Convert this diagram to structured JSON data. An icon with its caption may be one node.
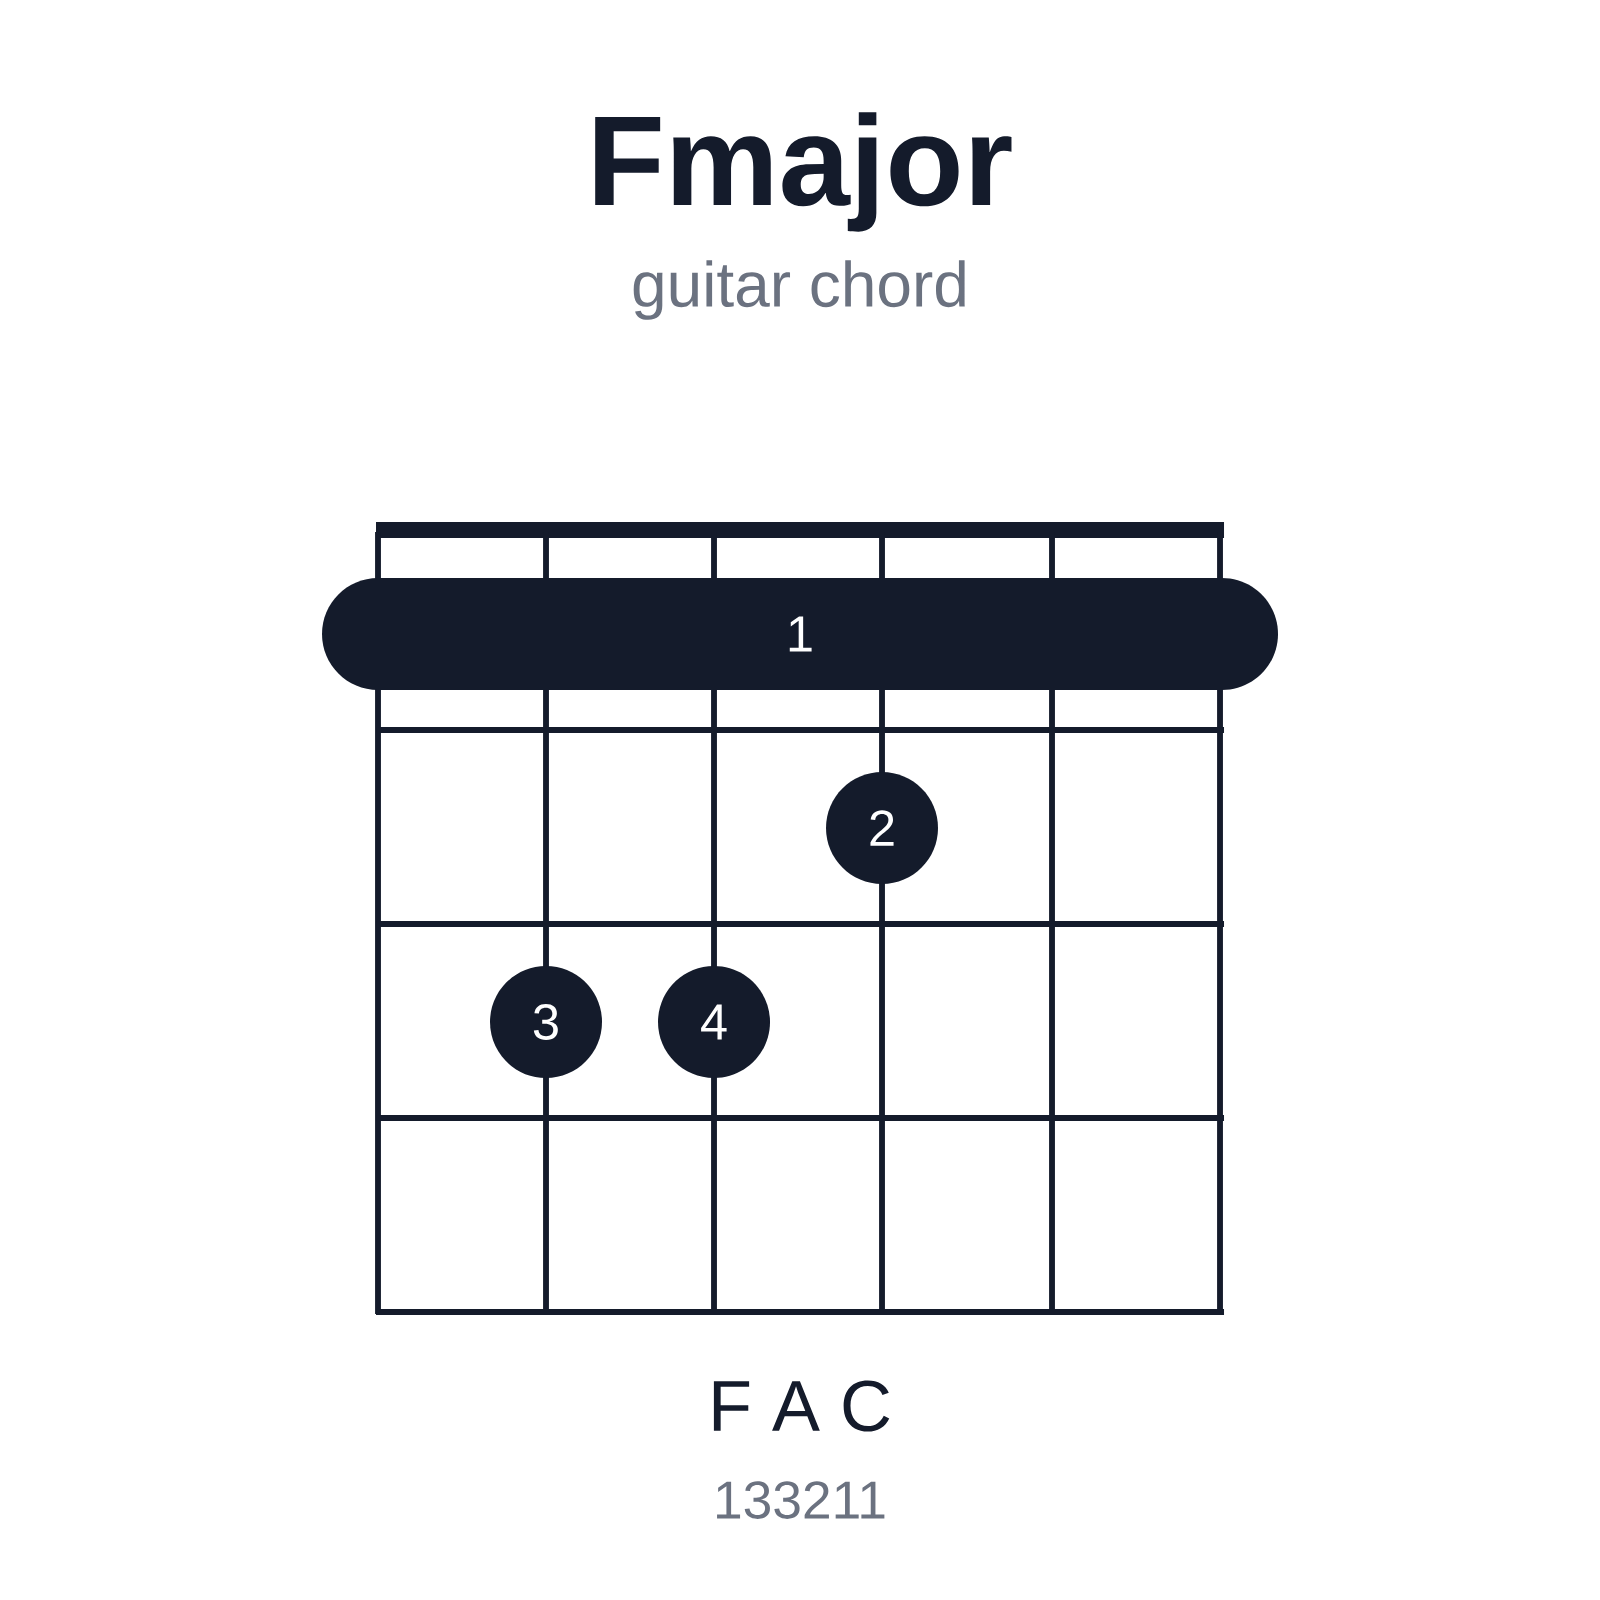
{
  "diagram": {
    "title": "Fmajor",
    "nodes": [
      {
        "text": [
          "1"
        ]
      },
      {
        "text": [
          "2"
        ]
      },
      {
        "text": [
          "3"
        ]
      },
      {
        "text": [
          "4"
        ]
      }
    ],
    "labels": [
      "guitar chord",
      "F A C",
      "133211"
    ]
  }
}
